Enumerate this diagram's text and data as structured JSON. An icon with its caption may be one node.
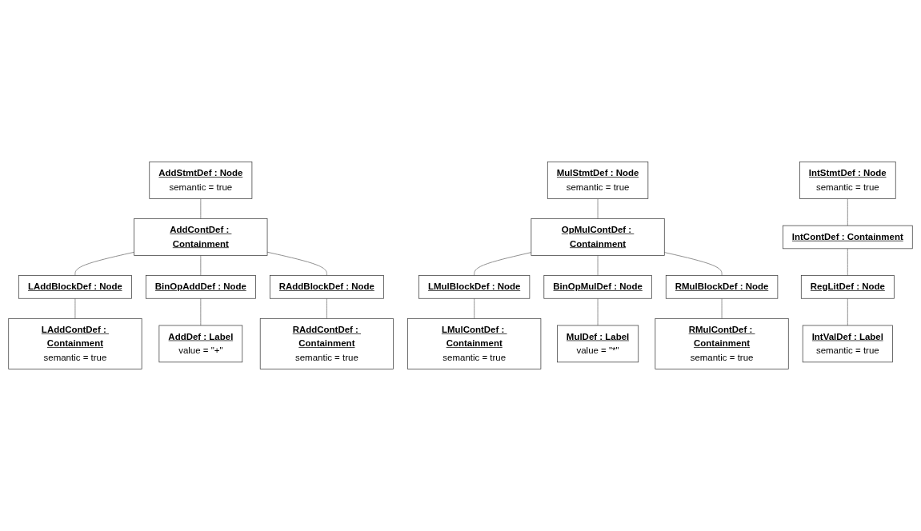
{
  "diagram": {
    "nodes": [
      {
        "text": [
          "AddStmtDef : Node",
          "semantic = true"
        ]
      },
      {
        "text": [
          "AddContDef : Containment"
        ]
      },
      {
        "text": [
          "LAddBlockDef : Node"
        ]
      },
      {
        "text": [
          "BinOpAddDef : Node"
        ]
      },
      {
        "text": [
          "RAddBlockDef : Node"
        ]
      },
      {
        "text": [
          "LAddContDef : Containment",
          "semantic = true"
        ]
      },
      {
        "text": [
          "AddDef : Label",
          "value = \"+\""
        ]
      },
      {
        "text": [
          "RAddContDef : Containment",
          "semantic = true"
        ]
      },
      {
        "text": [
          "MulStmtDef : Node",
          "semantic = true"
        ]
      },
      {
        "text": [
          "OpMulContDef : Containment"
        ]
      },
      {
        "text": [
          "LMulBlockDef : Node"
        ]
      },
      {
        "text": [
          "BinOpMulDef : Node"
        ]
      },
      {
        "text": [
          "RMulBlockDef : Node"
        ]
      },
      {
        "text": [
          "LMulContDef : Containment",
          "semantic = true"
        ]
      },
      {
        "text": [
          "MulDef : Label",
          "value = \"*\""
        ]
      },
      {
        "text": [
          "RMulContDef : Containment",
          "semantic = true"
        ]
      },
      {
        "text": [
          "IntStmtDef : Node",
          "semantic = true"
        ]
      },
      {
        "text": [
          "IntContDef : Containment"
        ]
      },
      {
        "text": [
          "RegLitDef : Node"
        ]
      },
      {
        "text": [
          "IntValDef : Label",
          "semantic = true"
        ]
      }
    ],
    "edges": [
      {
        "from": 0,
        "to": 1,
        "arrow": "none"
      },
      {
        "from": 1,
        "to": 2,
        "arrow": "none"
      },
      {
        "from": 1,
        "to": 3,
        "arrow": "none"
      },
      {
        "from": 1,
        "to": 4,
        "arrow": "none"
      },
      {
        "from": 2,
        "to": 5,
        "arrow": "none"
      },
      {
        "from": 3,
        "to": 6,
        "arrow": "none"
      },
      {
        "from": 4,
        "to": 7,
        "arrow": "none"
      },
      {
        "from": 8,
        "to": 9,
        "arrow": "none"
      },
      {
        "from": 9,
        "to": 10,
        "arrow": "none"
      },
      {
        "from": 9,
        "to": 11,
        "arrow": "none"
      },
      {
        "from": 9,
        "to": 12,
        "arrow": "none"
      },
      {
        "from": 10,
        "to": 13,
        "arrow": "none"
      },
      {
        "from": 11,
        "to": 14,
        "arrow": "none"
      },
      {
        "from": 12,
        "to": 15,
        "arrow": "none"
      },
      {
        "from": 16,
        "to": 17,
        "arrow": "none"
      },
      {
        "from": 17,
        "to": 18,
        "arrow": "none"
      },
      {
        "from": 18,
        "to": 19,
        "arrow": "none"
      }
    ]
  }
}
